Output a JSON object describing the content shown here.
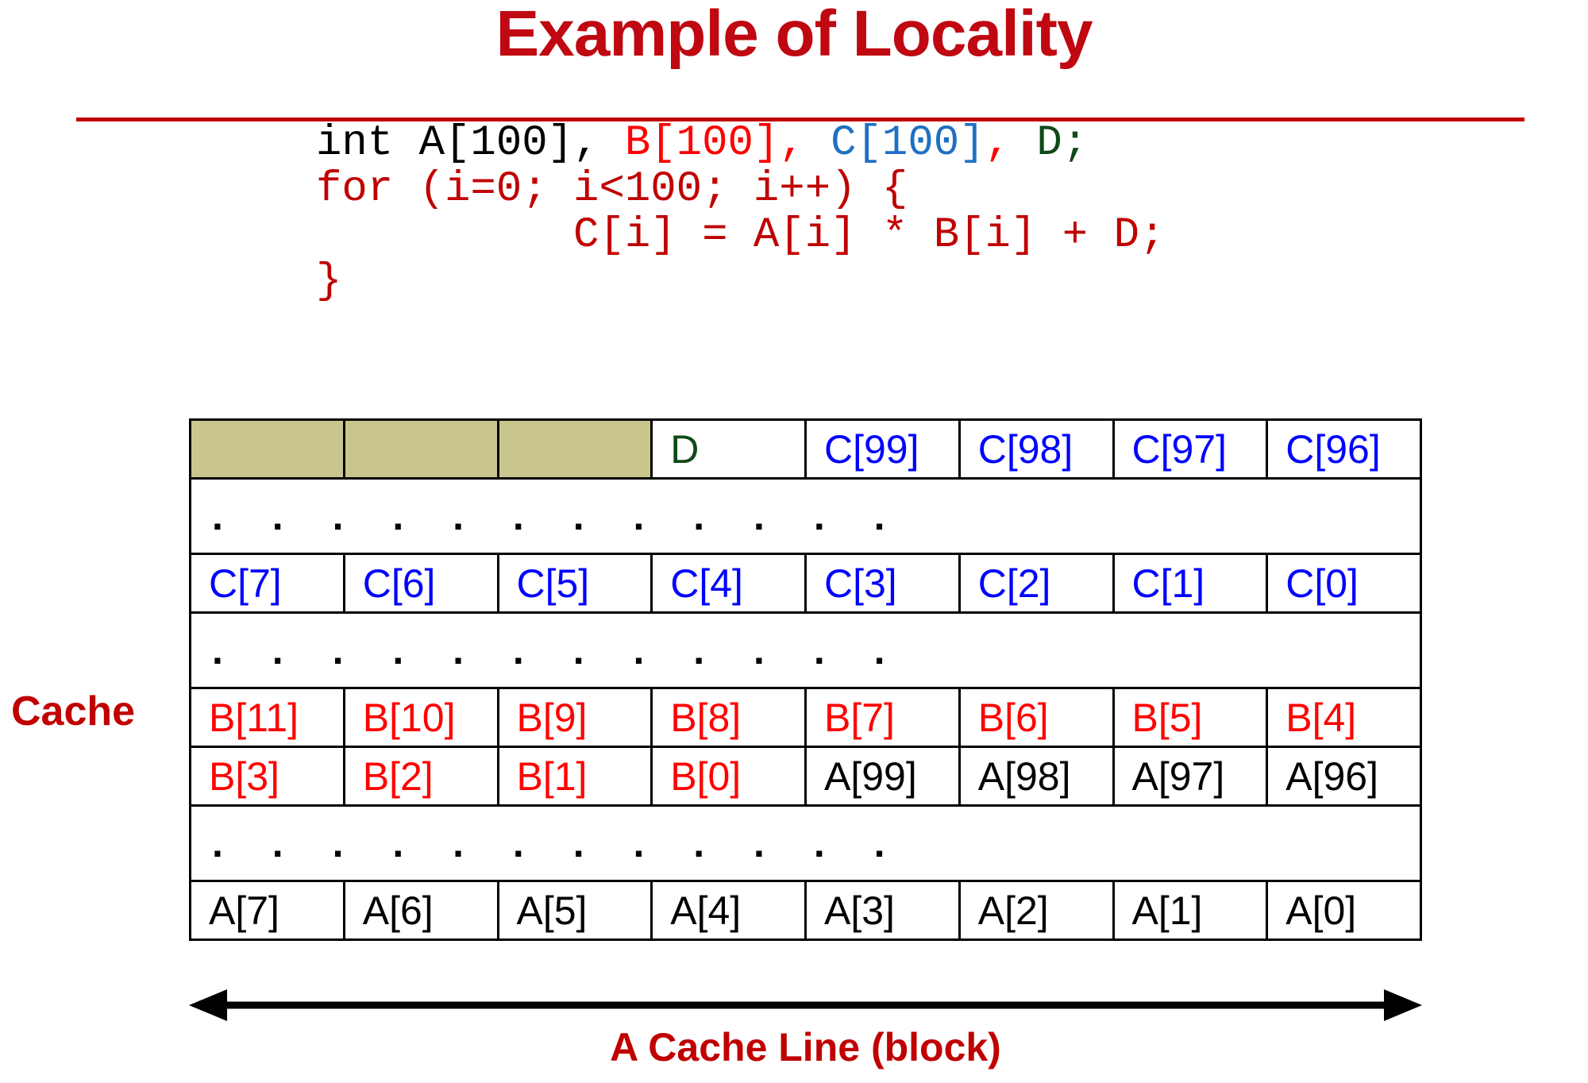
{
  "slide": {
    "title": "Example of Locality",
    "title_color": "#bf0811",
    "rule_color": "#c00000"
  },
  "code": {
    "lines": [
      {
        "tokens": [
          {
            "text": "int A[100], ",
            "color_name": "black"
          },
          {
            "text": "B[100]",
            "color_name": "red"
          },
          {
            "text": ", ",
            "color_name": "red"
          },
          {
            "text": "C[100]",
            "color_name": "blue"
          },
          {
            "text": ", ",
            "color_name": "red"
          },
          {
            "text": "D;",
            "color_name": "green"
          }
        ]
      },
      {
        "tokens": [
          {
            "text": "for (i=0; i<100; i++) {",
            "color_name": "dkred"
          }
        ]
      },
      {
        "tokens": [
          {
            "text": "          C[i] = A[i] * B[i] + D;",
            "color_name": "dkred"
          }
        ]
      },
      {
        "tokens": [
          {
            "text": "}",
            "color_name": "dkred"
          }
        ]
      }
    ]
  },
  "labels": {
    "cache": "Cache",
    "cache_line": "A Cache Line (block)",
    "dots": ". . . . . . . . . . . ."
  },
  "colors": {
    "blue": "#0000ff",
    "red": "#ff0000",
    "black": "#000000",
    "green": "#0d4a16",
    "khaki_fill": "#c9c68d",
    "accent_red": "#c00000"
  },
  "cache_grid": {
    "columns": 8,
    "rows": [
      {
        "kind": "cells",
        "cells": [
          {
            "text": "",
            "fill": "khaki",
            "color": "black"
          },
          {
            "text": "",
            "fill": "khaki",
            "color": "black"
          },
          {
            "text": "",
            "fill": "khaki",
            "color": "black"
          },
          {
            "text": "D",
            "fill": "none",
            "color": "green"
          },
          {
            "text": "C[99]",
            "fill": "none",
            "color": "blue"
          },
          {
            "text": "C[98]",
            "fill": "none",
            "color": "blue"
          },
          {
            "text": "C[97]",
            "fill": "none",
            "color": "blue"
          },
          {
            "text": "C[96]",
            "fill": "none",
            "color": "blue"
          }
        ]
      },
      {
        "kind": "dots"
      },
      {
        "kind": "cells",
        "cells": [
          {
            "text": "C[7]",
            "fill": "none",
            "color": "blue"
          },
          {
            "text": "C[6]",
            "fill": "none",
            "color": "blue"
          },
          {
            "text": "C[5]",
            "fill": "none",
            "color": "blue"
          },
          {
            "text": "C[4]",
            "fill": "none",
            "color": "blue"
          },
          {
            "text": "C[3]",
            "fill": "none",
            "color": "blue"
          },
          {
            "text": "C[2]",
            "fill": "none",
            "color": "blue"
          },
          {
            "text": "C[1]",
            "fill": "none",
            "color": "blue"
          },
          {
            "text": "C[0]",
            "fill": "none",
            "color": "blue"
          }
        ]
      },
      {
        "kind": "dots"
      },
      {
        "kind": "cells",
        "cells": [
          {
            "text": "B[11]",
            "fill": "none",
            "color": "red"
          },
          {
            "text": "B[10]",
            "fill": "none",
            "color": "red"
          },
          {
            "text": "B[9]",
            "fill": "none",
            "color": "red"
          },
          {
            "text": "B[8]",
            "fill": "none",
            "color": "red"
          },
          {
            "text": "B[7]",
            "fill": "none",
            "color": "red"
          },
          {
            "text": "B[6]",
            "fill": "none",
            "color": "red"
          },
          {
            "text": "B[5]",
            "fill": "none",
            "color": "red"
          },
          {
            "text": "B[4]",
            "fill": "none",
            "color": "red"
          }
        ]
      },
      {
        "kind": "cells",
        "cells": [
          {
            "text": "B[3]",
            "fill": "none",
            "color": "red"
          },
          {
            "text": "B[2]",
            "fill": "none",
            "color": "red"
          },
          {
            "text": "B[1]",
            "fill": "none",
            "color": "red"
          },
          {
            "text": "B[0]",
            "fill": "none",
            "color": "red"
          },
          {
            "text": "A[99]",
            "fill": "none",
            "color": "black"
          },
          {
            "text": "A[98]",
            "fill": "none",
            "color": "black"
          },
          {
            "text": "A[97]",
            "fill": "none",
            "color": "black"
          },
          {
            "text": "A[96]",
            "fill": "none",
            "color": "black"
          }
        ]
      },
      {
        "kind": "dots"
      },
      {
        "kind": "cells",
        "cells": [
          {
            "text": "A[7]",
            "fill": "none",
            "color": "black"
          },
          {
            "text": "A[6]",
            "fill": "none",
            "color": "black"
          },
          {
            "text": "A[5]",
            "fill": "none",
            "color": "black"
          },
          {
            "text": "A[4]",
            "fill": "none",
            "color": "black"
          },
          {
            "text": "A[3]",
            "fill": "none",
            "color": "black"
          },
          {
            "text": "A[2]",
            "fill": "none",
            "color": "black"
          },
          {
            "text": "A[1]",
            "fill": "none",
            "color": "black"
          },
          {
            "text": "A[0]",
            "fill": "none",
            "color": "black"
          }
        ]
      }
    ]
  }
}
